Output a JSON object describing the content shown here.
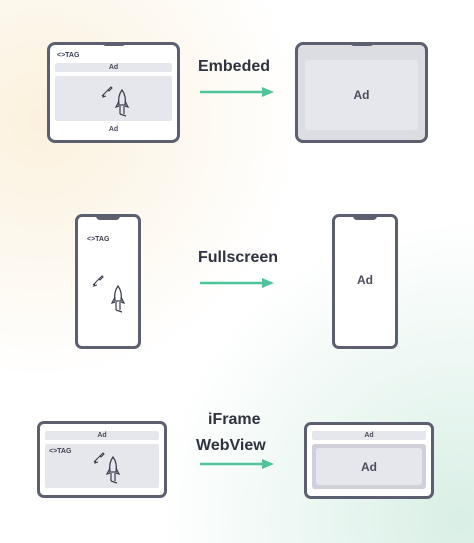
{
  "rows": [
    {
      "label": "Embeded",
      "before": {
        "tag": "<>TAG",
        "top_bar": "Ad",
        "bottom_bar": "Ad"
      },
      "after": {
        "ad": "Ad"
      }
    },
    {
      "label": "Fullscreen",
      "before": {
        "tag": "<>TAG"
      },
      "after": {
        "ad": "Ad"
      }
    },
    {
      "label_line1": "iFrame",
      "label_line2": "WebView",
      "before": {
        "tag": "<>TAG",
        "top_bar": "Ad"
      },
      "after": {
        "top_bar": "Ad",
        "ad": "Ad"
      }
    }
  ],
  "colors": {
    "frame": "#5c5f70",
    "arrow": "#4fc39a",
    "ad_fill": "#e6e7ec",
    "label": "#2f323f"
  },
  "icons": [
    "code-tag-icon",
    "rocket-icon",
    "pen-nib-icon",
    "arrow-right-icon"
  ]
}
